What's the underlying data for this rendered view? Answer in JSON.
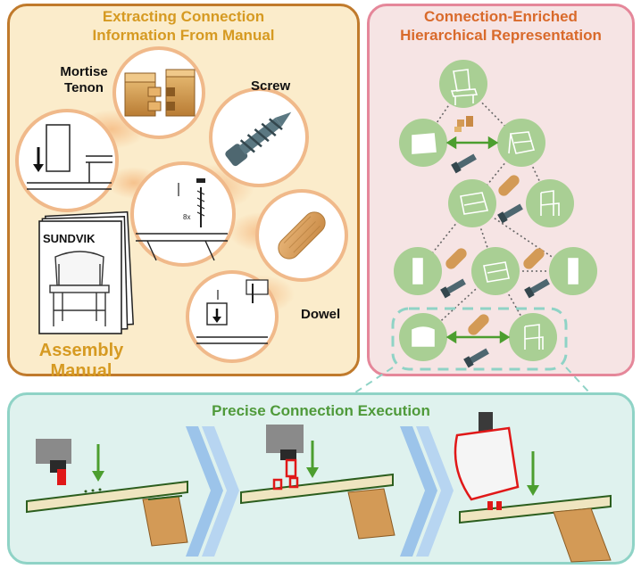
{
  "left_panel": {
    "title_line1": "Extracting Connection",
    "title_line2": "Information From Manual",
    "mortise_line1": "Mortise",
    "mortise_line2": "Tenon",
    "screw_label": "Screw",
    "dowel_label": "Dowel",
    "manual_title": "SUNDVIK",
    "manual_label_line1": "Assembly",
    "manual_label_line2": "Manual",
    "pictogram_text": "8x"
  },
  "right_panel": {
    "title_line1": "Connection-Enriched",
    "title_line2": "Hierarchical Representation"
  },
  "bottom_panel": {
    "title": "Precise Connection Execution"
  },
  "colors": {
    "left_bg": "#fbeccb",
    "left_border": "#c07a2c",
    "right_bg": "#f6e4e4",
    "right_border": "#e5879a",
    "bottom_bg": "#dff2ee",
    "bottom_border": "#8fd3c6",
    "node_green": "#a9cf94",
    "highlight_red": "#e01818",
    "arrow_green": "#4c9e2f"
  }
}
